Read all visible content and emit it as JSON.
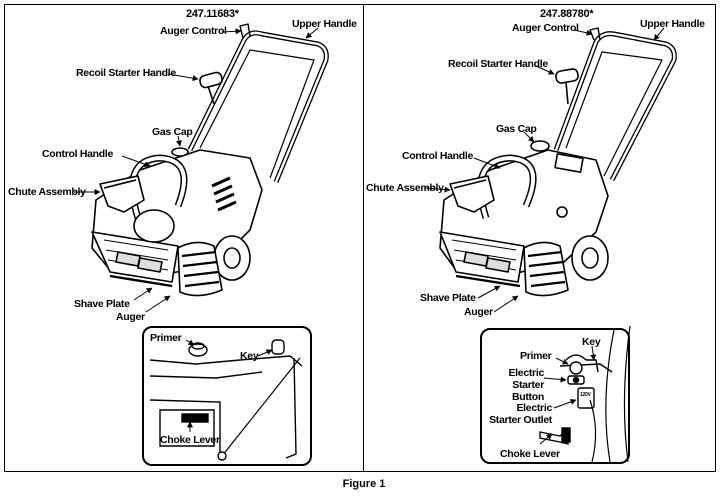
{
  "left": {
    "model": "247.11683*",
    "labels": {
      "auger_control": "Auger Control",
      "upper_handle": "Upper Handle",
      "recoil_starter_handle": "Recoil Starter Handle",
      "gas_cap": "Gas Cap",
      "control_handle": "Control Handle",
      "chute_assembly": "Chute Assembly",
      "shave_plate": "Shave Plate",
      "auger": "Auger"
    },
    "inset": {
      "primer": "Primer",
      "key": "Key",
      "choke_lever": "Choke Lever"
    }
  },
  "right": {
    "model": "247.88780*",
    "labels": {
      "auger_control": "Auger Control",
      "upper_handle": "Upper Handle",
      "recoil_starter_handle": "Recoil Starter Handle",
      "gas_cap": "Gas Cap",
      "control_handle": "Control Handle",
      "chute_assembly": "Chute Assembly",
      "shave_plate": "Shave Plate",
      "auger": "Auger"
    },
    "inset": {
      "key": "Key",
      "primer": "Primer",
      "electric_starter_button": "Electric Starter Button",
      "electric_starter_outlet": "Electric Starter Outlet",
      "choke_lever": "Choke Lever",
      "outlet_mark": "120V"
    }
  },
  "caption": "Figure 1"
}
